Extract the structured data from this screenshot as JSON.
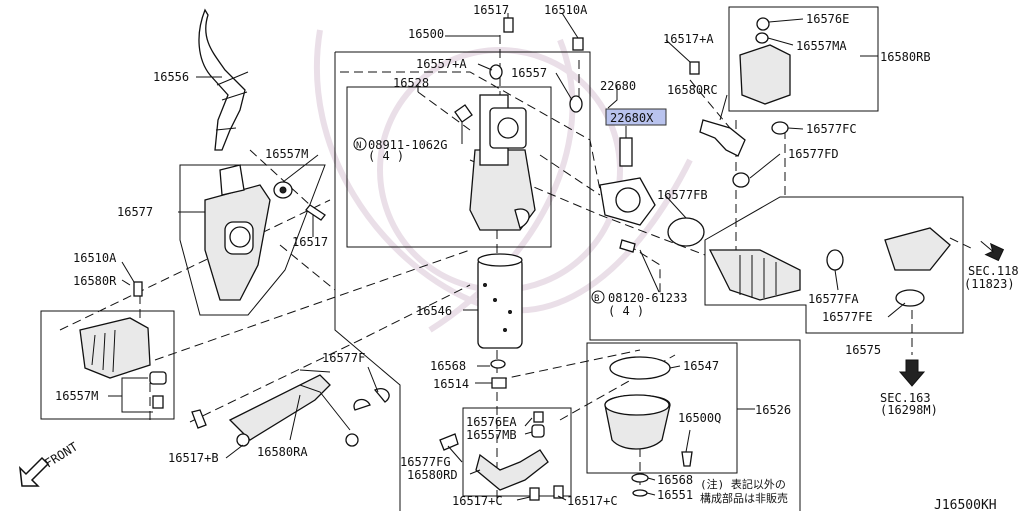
{
  "diagram": {
    "code": "J16500KH",
    "front_label": "FRONT",
    "note_line1": "(注) 表記以外の",
    "note_line2": "構成部品は非販売",
    "highlight_color": "#b9c3ee",
    "parts": [
      {
        "id": "p16556",
        "text": "16556"
      },
      {
        "id": "p16557M_a",
        "text": "16557M"
      },
      {
        "id": "p16577",
        "text": "16577"
      },
      {
        "id": "p16517_a",
        "text": "16517"
      },
      {
        "id": "p16510A_a",
        "text": "16510A"
      },
      {
        "id": "p16580R",
        "text": "16580R"
      },
      {
        "id": "p16557M_b",
        "text": "16557M"
      },
      {
        "id": "p16517B",
        "text": "16517+B"
      },
      {
        "id": "p16580RA",
        "text": "16580RA"
      },
      {
        "id": "p16577F",
        "text": "16577F"
      },
      {
        "id": "p16517_top",
        "text": "16517"
      },
      {
        "id": "p16510A_top",
        "text": "16510A"
      },
      {
        "id": "p16500",
        "text": "16500"
      },
      {
        "id": "p16557A",
        "text": "16557+A"
      },
      {
        "id": "p16557",
        "text": "16557"
      },
      {
        "id": "p16528",
        "text": "16528"
      },
      {
        "id": "p08911",
        "text": "08911-1062G"
      },
      {
        "id": "p08911_qty",
        "text": "( 4 )"
      },
      {
        "id": "p16546",
        "text": "16546"
      },
      {
        "id": "p16568_a",
        "text": "16568"
      },
      {
        "id": "p16514",
        "text": "16514"
      },
      {
        "id": "p22680",
        "text": "22680"
      },
      {
        "id": "p22680X",
        "text": "22680X"
      },
      {
        "id": "p16577FB",
        "text": "16577FB"
      },
      {
        "id": "p08120",
        "text": "08120-61233"
      },
      {
        "id": "p08120_qty",
        "text": "( 4 )"
      },
      {
        "id": "p16517A",
        "text": "16517+A"
      },
      {
        "id": "p16576E",
        "text": "16576E"
      },
      {
        "id": "p16557MA",
        "text": "16557MA"
      },
      {
        "id": "p16580RB",
        "text": "16580RB"
      },
      {
        "id": "p16580RC",
        "text": "16580RC"
      },
      {
        "id": "p16577FC",
        "text": "16577FC"
      },
      {
        "id": "p16577FD",
        "text": "16577FD"
      },
      {
        "id": "pSEC118",
        "text": "SEC.118"
      },
      {
        "id": "pSEC118b",
        "text": "(11823)"
      },
      {
        "id": "p16577FA",
        "text": "16577FA"
      },
      {
        "id": "p16577FE",
        "text": "16577FE"
      },
      {
        "id": "p16575",
        "text": "16575"
      },
      {
        "id": "pSEC163",
        "text": "SEC.163"
      },
      {
        "id": "pSEC163b",
        "text": "(16298M)"
      },
      {
        "id": "p16547",
        "text": "16547"
      },
      {
        "id": "p16526",
        "text": "16526"
      },
      {
        "id": "p16500Q",
        "text": "16500Q"
      },
      {
        "id": "p16576EA",
        "text": "16576EA"
      },
      {
        "id": "p16557MB",
        "text": "16557MB"
      },
      {
        "id": "p16577FG",
        "text": "16577FG"
      },
      {
        "id": "p16580RD",
        "text": "16580RD"
      },
      {
        "id": "p16568_b",
        "text": "16568"
      },
      {
        "id": "p16551",
        "text": "16551"
      },
      {
        "id": "p16517C_a",
        "text": "16517+C"
      },
      {
        "id": "p16517C_b",
        "text": "16517+C"
      }
    ]
  }
}
